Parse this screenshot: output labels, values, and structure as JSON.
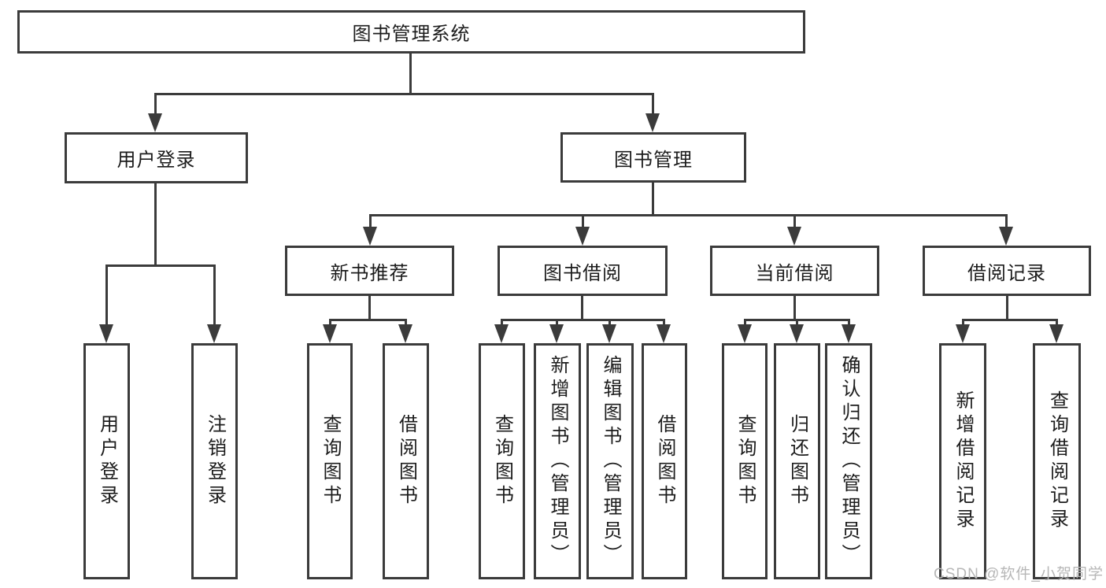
{
  "diagram": {
    "type": "hierarchy-tree",
    "colors": {
      "line": "#3b3b3b",
      "box_border": "#3b3b3b",
      "box_bg": "#ffffff",
      "text": "#1c1c1c",
      "watermark": "#b7b7b7"
    },
    "tree": {
      "root": "图书管理系统",
      "level2": [
        {
          "label": "用户登录",
          "children": [
            "用户登录",
            "注销登录"
          ]
        },
        {
          "label": "图书管理",
          "children": [
            {
              "label": "新书推荐",
              "children": [
                "查询图书",
                "借阅图书"
              ]
            },
            {
              "label": "图书借阅",
              "children": [
                "查询图书",
                "新增图书（管理员）",
                "编辑图书（管理员）",
                "借阅图书"
              ]
            },
            {
              "label": "当前借阅",
              "children": [
                "查询图书",
                "归还图书",
                "确认归还（管理员）"
              ]
            },
            {
              "label": "借阅记录",
              "children": [
                "新增借阅记录",
                "查询借阅记录"
              ]
            }
          ]
        }
      ]
    }
  },
  "watermark": {
    "text": "CSDN @软件_小贺同学"
  }
}
